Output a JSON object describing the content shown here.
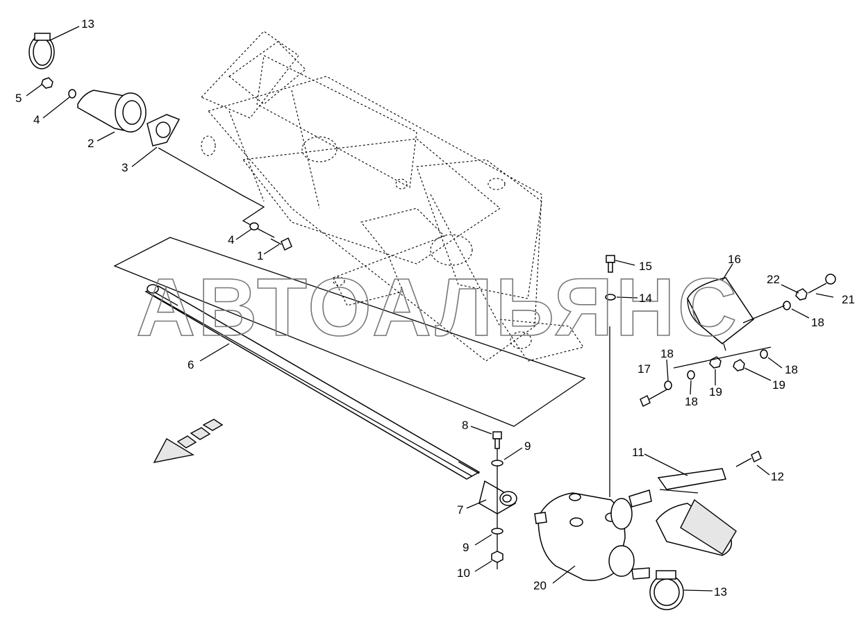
{
  "watermark": "АВТОАЛЬЯНС",
  "callouts": {
    "c1": "1",
    "c2": "2",
    "c3": "3",
    "c4a": "4",
    "c4b": "4",
    "c5": "5",
    "c6": "6",
    "c7": "7",
    "c8": "8",
    "c9a": "9",
    "c9b": "9",
    "c10": "10",
    "c11": "11",
    "c12": "12",
    "c13a": "13",
    "c13b": "13",
    "c14": "14",
    "c15": "15",
    "c16": "16",
    "c17": "17",
    "c18a": "18",
    "c18b": "18",
    "c18c": "18",
    "c18d": "18",
    "c19a": "19",
    "c19b": "19",
    "c20": "20",
    "c21": "21",
    "c22": "22"
  }
}
